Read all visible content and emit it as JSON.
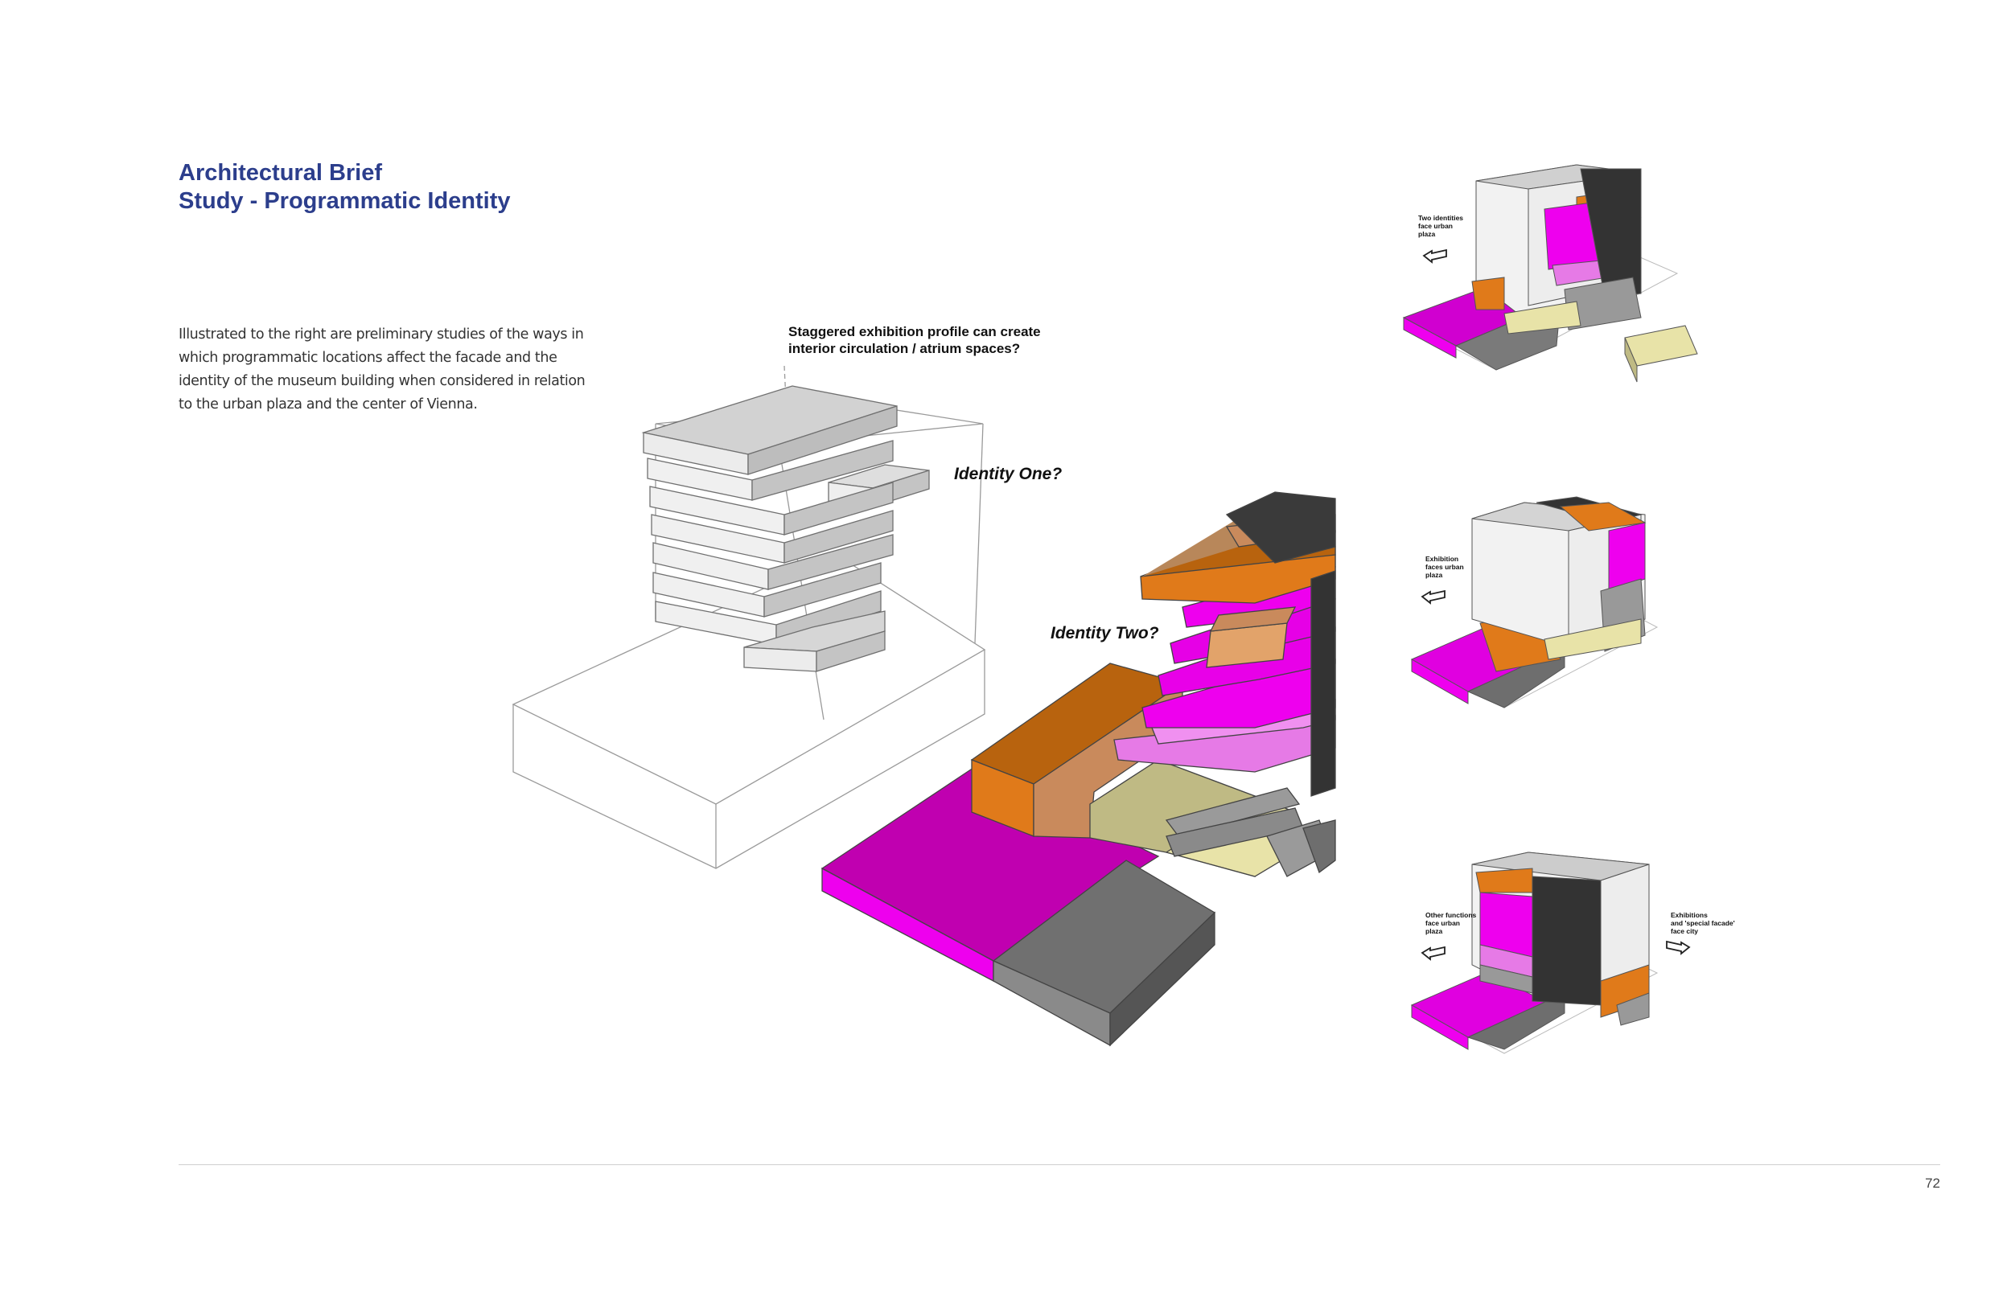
{
  "header": {
    "title_line1": "Architectural Brief",
    "title_line2": "Study - Programmatic Identity"
  },
  "intro": {
    "text": "Illustrated to the right are preliminary studies of the ways in which programmatic locations affect the facade and the identity of the museum building when considered in relation to the urban plaza and the center of Vienna."
  },
  "annotations": {
    "staggered_line1": "Staggered exhibition profile can create",
    "staggered_line2": "interior circulation / atrium spaces?",
    "identity_one": "Identity One?",
    "identity_two": "Identity Two?"
  },
  "studies": {
    "study1_line1": "Two identities",
    "study1_line2": "face urban",
    "study1_line3": "plaza",
    "study2_line1": "Exhibition",
    "study2_line2": "faces urban",
    "study2_line3": "plaza",
    "study3a_line1": "Other functions",
    "study3a_line2": "face urban",
    "study3a_line3": "plaza",
    "study3b_line1": "Exhibitions",
    "study3b_line2": "and 'special facade'",
    "study3b_line3": "face city"
  },
  "footer": {
    "page_number": "72"
  },
  "colors": {
    "title_blue": "#2c3e8c",
    "exhibition_magenta": "#e600e6",
    "orange": "#e07a1a",
    "tan": "#c8895a",
    "dark": "#333333",
    "gray": "#8a8a8a",
    "pale_yellow": "#e8e3a8",
    "pink": "#e67ae6"
  }
}
